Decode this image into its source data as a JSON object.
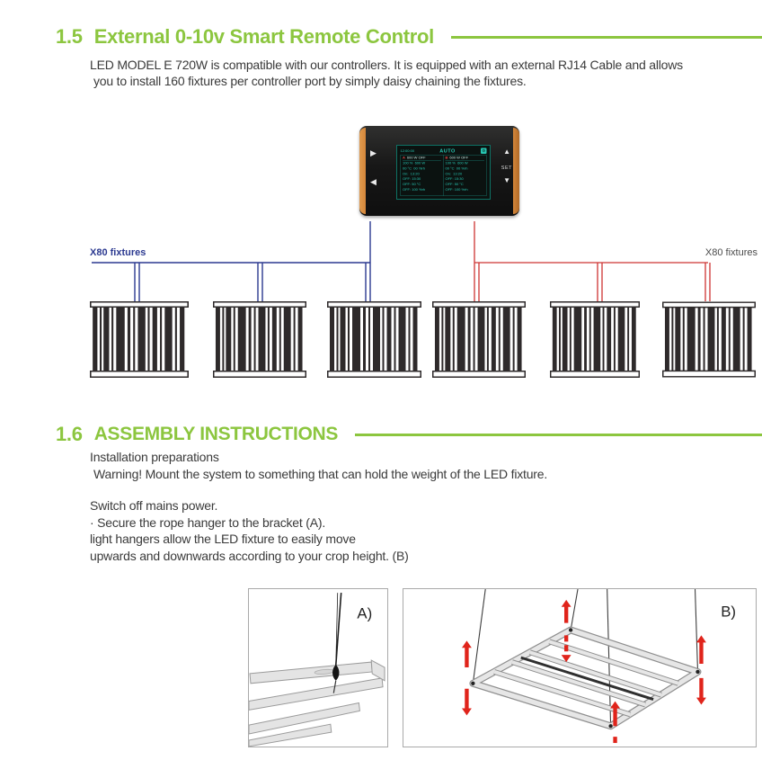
{
  "colors": {
    "heading_green": "#8CC63F",
    "body_text": "#3A3A3A",
    "wire_blue": "#2B3990",
    "wire_red": "#CE3433",
    "controller_orange": "#D4863A",
    "screen_teal": "#27C6B2",
    "screen_red": "#E84545",
    "arrow_red": "#E0241B"
  },
  "section_remote": {
    "number": "1.5",
    "title": "External 0-10v Smart Remote Control",
    "body": {
      "line1": "LED MODEL E 720W is compatible with our controllers. It is equipped with an external RJ14 Cable and allows",
      "line2": "you to install 160 fixtures per controller port by simply daisy chaining the fixtures."
    }
  },
  "controller": {
    "time": "12:00:00",
    "mode": "AUTO",
    "set_label": "SET",
    "channels": [
      {
        "id": "A",
        "status": "600 W  OFF",
        "lines": [
          "100 %  600 W",
          "00 °C  00 %rh",
          "On:  13:20",
          "OFF: 15:30",
          "OFF: 50 °C",
          "OFF: 100 %rh"
        ]
      },
      {
        "id": "B",
        "status": "600 W  OFF",
        "lines": [
          "100 %  600 W",
          "00 °C  00 %rh",
          "On:  13:20",
          "OFF: 15:30",
          "OFF: 50 °C",
          "OFF: 100 %rh"
        ]
      }
    ]
  },
  "diagram": {
    "left_label": "X80 fixtures",
    "right_label": "X80 fixtures",
    "fixture_count": 6
  },
  "section_assembly": {
    "number": "1.6",
    "title": "ASSEMBLY INSTRUCTIONS",
    "paragraph1": {
      "line1": "Installation preparations",
      "line2": "Warning! Mount the system to something that can hold the weight of the LED fixture."
    },
    "paragraph2": {
      "line1": "Switch off mains power.",
      "line2": "· Secure the rope hanger to the bracket (A).",
      "line3": "light hangers allow the LED fixture to easily move",
      "line4": "upwards and downwards according to your crop height. (B)"
    }
  },
  "figures": {
    "a_label": "A)",
    "b_label": "B)"
  }
}
